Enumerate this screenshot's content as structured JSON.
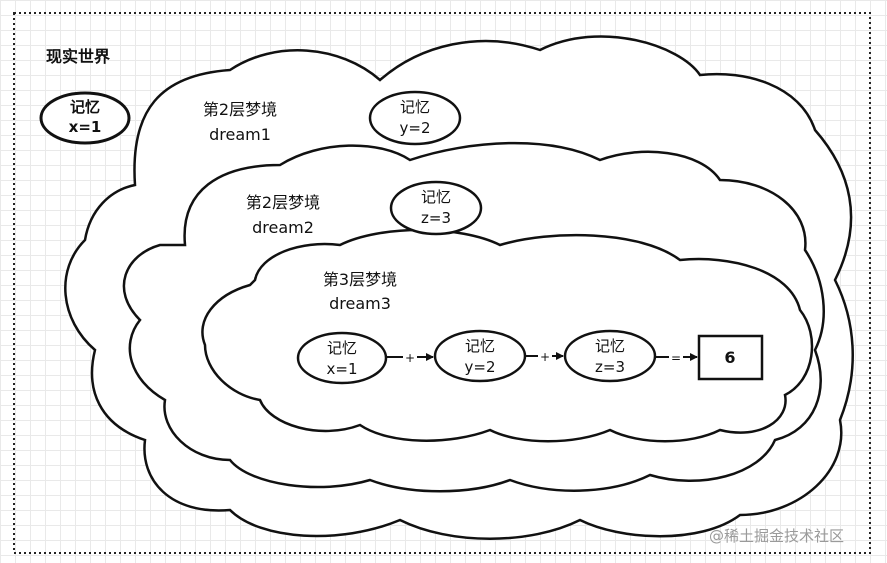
{
  "reality": {
    "title": "现实世界",
    "memory_label": "记忆",
    "memory_value": "x=1"
  },
  "dream1": {
    "title": "第2层梦境",
    "name": "dream1",
    "memory_label": "记忆",
    "memory_value": "y=2"
  },
  "dream2": {
    "title": "第2层梦境",
    "name": "dream2",
    "memory_label": "记忆",
    "memory_value": "z=3"
  },
  "dream3": {
    "title": "第3层梦境",
    "name": "dream3",
    "chain": [
      {
        "label": "记忆",
        "value": "x=1"
      },
      {
        "label": "记忆",
        "value": "y=2"
      },
      {
        "label": "记忆",
        "value": "z=3"
      }
    ],
    "operators": [
      "+",
      "+",
      "="
    ],
    "result": "6"
  },
  "watermark": "@稀土掘金技术社区"
}
